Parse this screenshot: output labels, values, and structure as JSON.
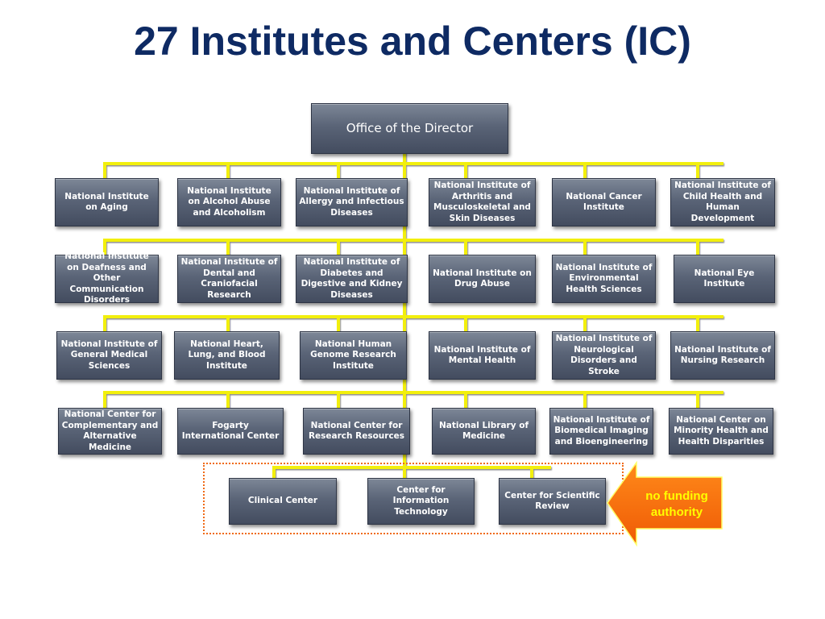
{
  "title": "27 Institutes and Centers (IC)",
  "colors": {
    "title": "#0e2a63",
    "connector": "#f2ef0a",
    "box": "#5a6477",
    "highlight": "#f06a16",
    "callout_text": "#ffff00"
  },
  "director": "Office of the Director",
  "rows": [
    [
      "National Institute on Aging",
      "National Institute on Alcohol Abuse and Alcoholism",
      "National Institute of Allergy and Infectious Diseases",
      "National Institute of Arthritis and Musculoskeletal and Skin Diseases",
      "National Cancer Institute",
      "National Institute of Child Health and Human Development"
    ],
    [
      "National Institute on Deafness and Other Communication Disorders",
      "National Institute of Dental and Craniofacial Research",
      "National Institute of Diabetes and Digestive and Kidney Diseases",
      "National Institute on Drug Abuse",
      "National Institute of Environmental Health Sciences",
      "National Eye Institute"
    ],
    [
      "National Institute of General Medical Sciences",
      "National Heart, Lung, and Blood Institute",
      "National Human Genome Research Institute",
      "National Institute of Mental Health",
      "National Institute of Neurological Disorders and Stroke",
      "National Institute of Nursing Research"
    ],
    [
      "National Center for Complementary and Alternative Medicine",
      "Fogarty International Center",
      "National Center for Research Resources",
      "National Library of Medicine",
      "National Institute of Biomedical Imaging and Bioengineering",
      "National Center on Minority Health and Health Disparities"
    ],
    [
      "Clinical Center",
      "Center for Information Technology",
      "Center for Scientific Review"
    ]
  ],
  "callout": "no funding authority"
}
